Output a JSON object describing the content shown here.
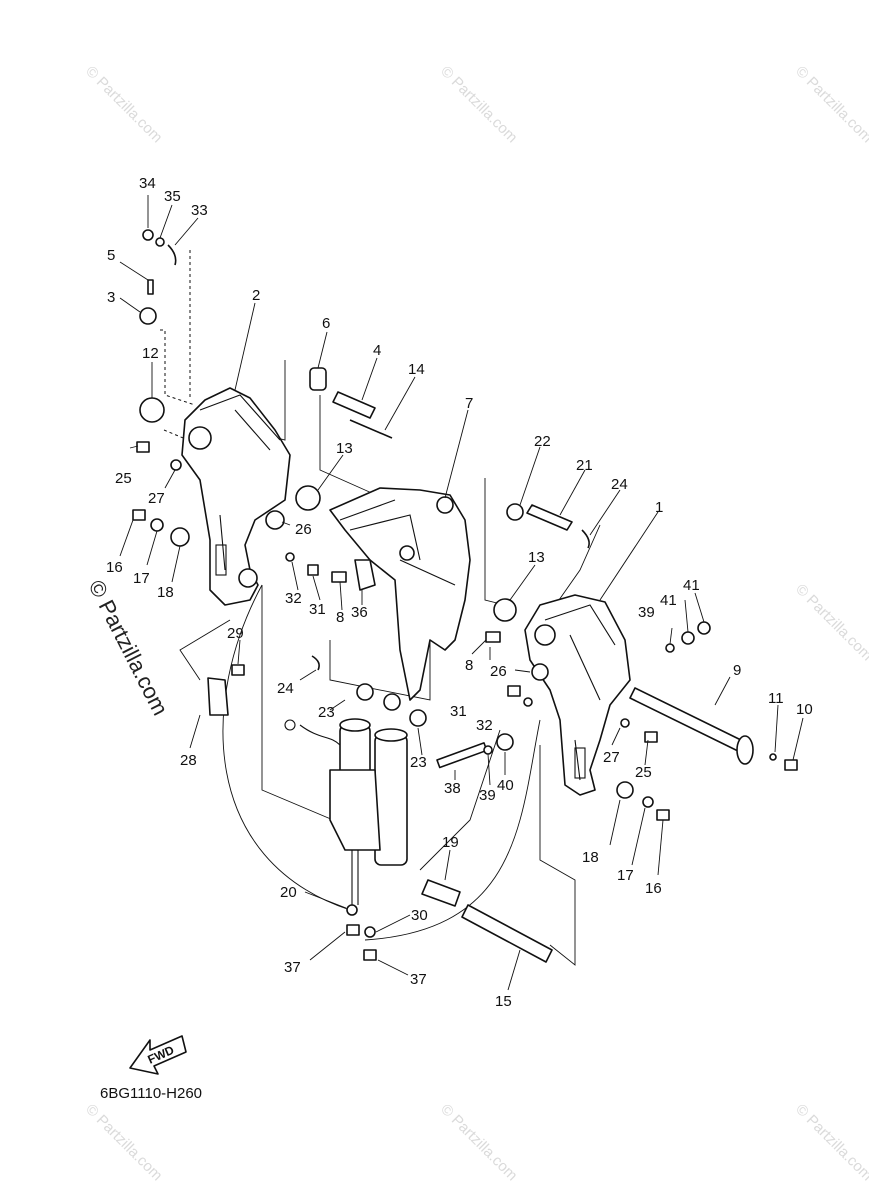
{
  "diagram_code": "6BG1110-H260",
  "fwd_label": "FWD",
  "watermark_small": "© Partzilla.com",
  "watermark_large": "© Partzilla.com",
  "callouts": [
    {
      "id": "c34",
      "text": "34"
    },
    {
      "id": "c35",
      "text": "35"
    },
    {
      "id": "c33",
      "text": "33"
    },
    {
      "id": "c5",
      "text": "5"
    },
    {
      "id": "c3",
      "text": "3"
    },
    {
      "id": "c2",
      "text": "2"
    },
    {
      "id": "c12",
      "text": "12"
    },
    {
      "id": "c6",
      "text": "6"
    },
    {
      "id": "c4",
      "text": "4"
    },
    {
      "id": "c14",
      "text": "14"
    },
    {
      "id": "c7",
      "text": "7"
    },
    {
      "id": "c13a",
      "text": "13"
    },
    {
      "id": "c25a",
      "text": "25"
    },
    {
      "id": "c27a",
      "text": "27"
    },
    {
      "id": "c22",
      "text": "22"
    },
    {
      "id": "c21",
      "text": "21"
    },
    {
      "id": "c24a",
      "text": "24"
    },
    {
      "id": "c1",
      "text": "1"
    },
    {
      "id": "c26a",
      "text": "26"
    },
    {
      "id": "c16a",
      "text": "16"
    },
    {
      "id": "c17a",
      "text": "17"
    },
    {
      "id": "c18a",
      "text": "18"
    },
    {
      "id": "c32a",
      "text": "32"
    },
    {
      "id": "c31a",
      "text": "31"
    },
    {
      "id": "c8a",
      "text": "8"
    },
    {
      "id": "c36",
      "text": "36"
    },
    {
      "id": "c13b",
      "text": "13"
    },
    {
      "id": "c39a",
      "text": "39"
    },
    {
      "id": "c41a",
      "text": "41"
    },
    {
      "id": "c41b",
      "text": "41"
    },
    {
      "id": "c29",
      "text": "29"
    },
    {
      "id": "c8b",
      "text": "8"
    },
    {
      "id": "c24b",
      "text": "24"
    },
    {
      "id": "c26b",
      "text": "26"
    },
    {
      "id": "c9",
      "text": "9"
    },
    {
      "id": "c28",
      "text": "28"
    },
    {
      "id": "c23a",
      "text": "23"
    },
    {
      "id": "c31b",
      "text": "31"
    },
    {
      "id": "c32b",
      "text": "32"
    },
    {
      "id": "c11",
      "text": "11"
    },
    {
      "id": "c10",
      "text": "10"
    },
    {
      "id": "c23b",
      "text": "23"
    },
    {
      "id": "c27b",
      "text": "27"
    },
    {
      "id": "c25b",
      "text": "25"
    },
    {
      "id": "c39b",
      "text": "39"
    },
    {
      "id": "c40",
      "text": "40"
    },
    {
      "id": "c38",
      "text": "38"
    },
    {
      "id": "c19",
      "text": "19"
    },
    {
      "id": "c18b",
      "text": "18"
    },
    {
      "id": "c17b",
      "text": "17"
    },
    {
      "id": "c16b",
      "text": "16"
    },
    {
      "id": "c20",
      "text": "20"
    },
    {
      "id": "c30",
      "text": "30"
    },
    {
      "id": "c37a",
      "text": "37"
    },
    {
      "id": "c37b",
      "text": "37"
    },
    {
      "id": "c15",
      "text": "15"
    }
  ]
}
